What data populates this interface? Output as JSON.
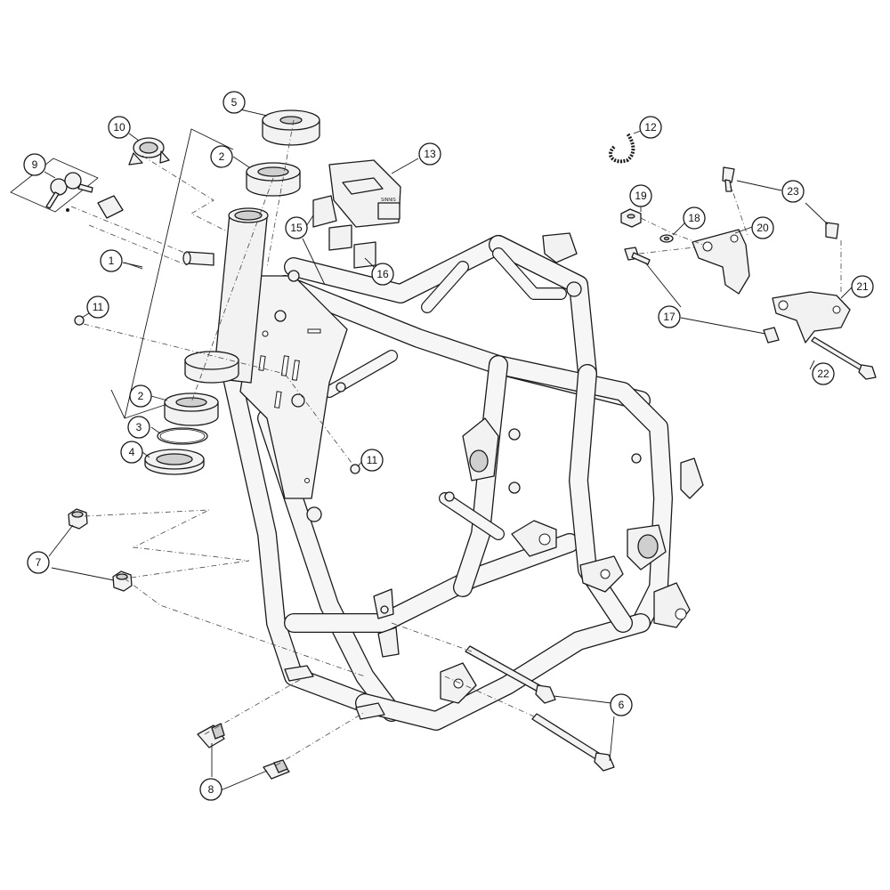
{
  "diagram": {
    "callouts": [
      {
        "id": "1",
        "label": "1"
      },
      {
        "id": "2a",
        "label": "2"
      },
      {
        "id": "2b",
        "label": "2"
      },
      {
        "id": "3",
        "label": "3"
      },
      {
        "id": "4",
        "label": "4"
      },
      {
        "id": "5",
        "label": "5"
      },
      {
        "id": "6",
        "label": "6"
      },
      {
        "id": "7",
        "label": "7"
      },
      {
        "id": "8",
        "label": "8"
      },
      {
        "id": "9",
        "label": "9"
      },
      {
        "id": "10",
        "label": "10"
      },
      {
        "id": "11a",
        "label": "11"
      },
      {
        "id": "11b",
        "label": "11"
      },
      {
        "id": "12",
        "label": "12"
      },
      {
        "id": "13",
        "label": "13"
      },
      {
        "id": "15",
        "label": "15"
      },
      {
        "id": "16",
        "label": "16"
      },
      {
        "id": "17",
        "label": "17"
      },
      {
        "id": "18",
        "label": "18"
      },
      {
        "id": "19",
        "label": "19"
      },
      {
        "id": "20",
        "label": "20"
      },
      {
        "id": "21",
        "label": "21"
      },
      {
        "id": "22",
        "label": "22"
      },
      {
        "id": "23",
        "label": "23"
      }
    ],
    "ecu_logo_text": "SINNIS"
  },
  "colors": {
    "line": "#1a1a1a",
    "fill": "#f2f2f2",
    "background": "#ffffff"
  }
}
